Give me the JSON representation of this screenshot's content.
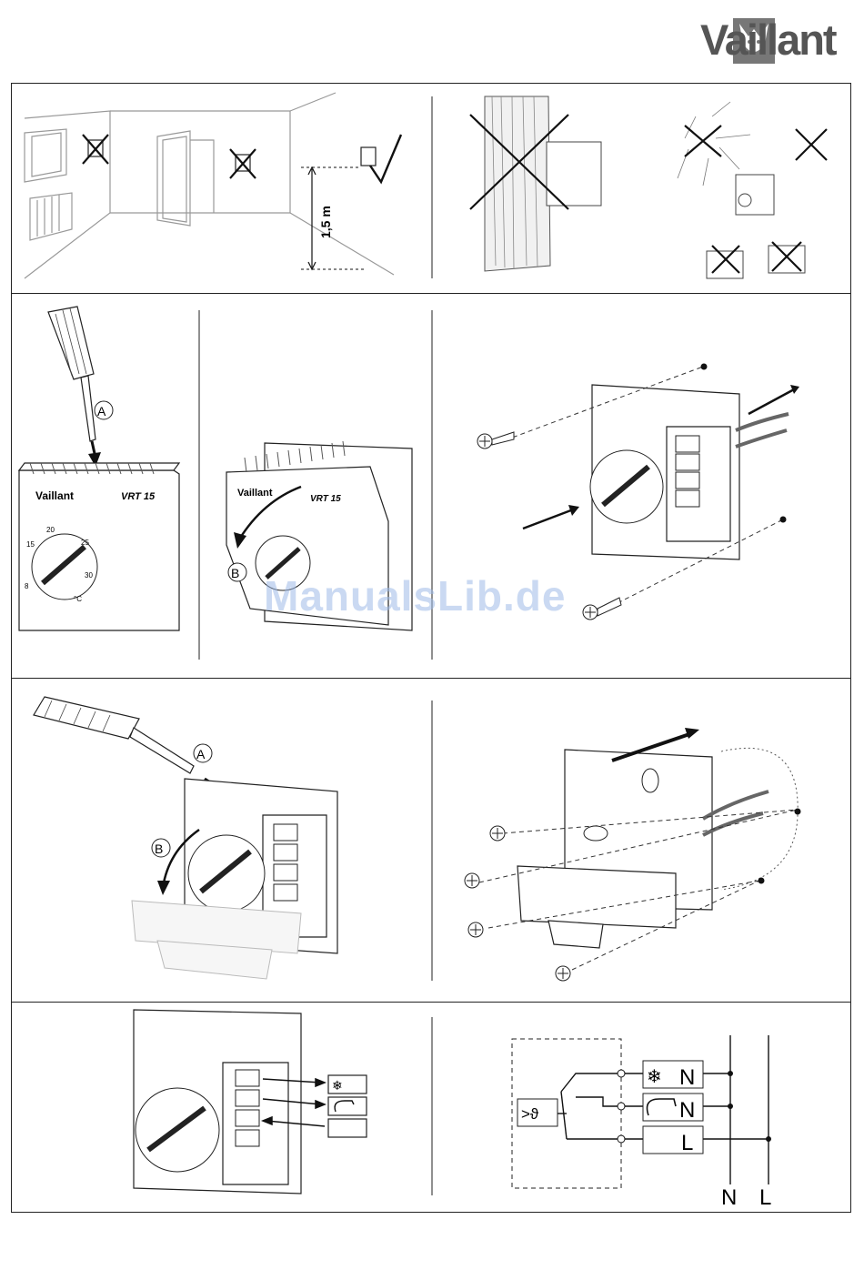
{
  "header": {
    "brand": "Vaillant"
  },
  "panel1": {
    "height_label": "1,5 m"
  },
  "panel2": {
    "label_a": "A",
    "label_b": "B",
    "device_brand": "Vaillant",
    "model": "VRT 15",
    "scale": [
      "15",
      "20",
      "25",
      "30"
    ],
    "scale_start": "8",
    "unit": "°C"
  },
  "panel3": {
    "label_a": "A",
    "label_b": "B"
  },
  "panel4": {
    "relay_symbol": ">ϑ",
    "terminal_1": "N",
    "terminal_2": "N",
    "terminal_3": "L",
    "bus_n": "N",
    "bus_l": "L"
  },
  "watermark": "ManualsLib.de",
  "colors": {
    "line": "#222222",
    "watermark": "#9fbbe8",
    "brand": "#555555"
  }
}
